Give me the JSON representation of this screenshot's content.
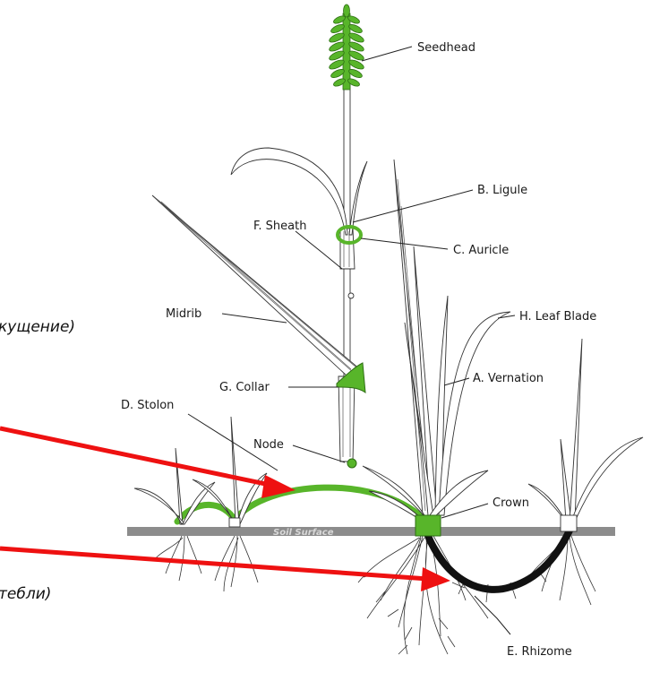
{
  "labels": {
    "seedhead": "Seedhead",
    "ligule": "B. Ligule",
    "sheath": "F. Sheath",
    "auricle": "C. Auricle",
    "midrib": "Midrib",
    "leaf_blade": "H. Leaf Blade",
    "vernation": "A. Vernation",
    "collar": "G. Collar",
    "stolon": "D. Stolon",
    "node": "Node",
    "crown": "Crown",
    "rhizome": "E. Rhizome",
    "soil_surface": "Soil Surface"
  },
  "russian_fragments": {
    "top": "кущение)",
    "bottom": "тебли)"
  },
  "colors": {
    "plant_green": "#58b52a",
    "rhizome_black": "#111111",
    "soil_gray": "#8c8c8c",
    "arrow_red": "#ee1111"
  }
}
